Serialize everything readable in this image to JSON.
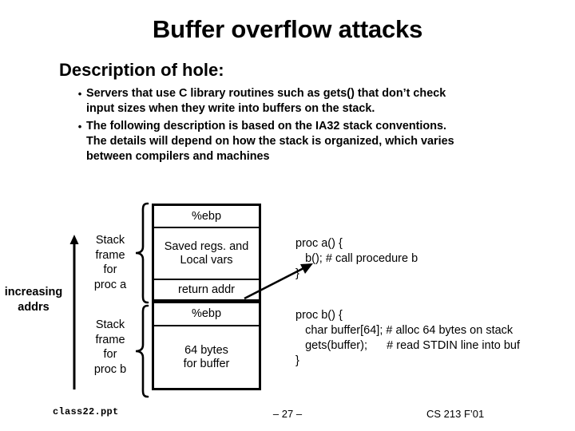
{
  "slide": {
    "title": "Buffer overflow attacks",
    "heading": "Description of hole:",
    "bullets": [
      {
        "mark": "•",
        "text": "Servers that use C library routines such as gets() that don’t check input sizes when they write into buffers on the stack."
      },
      {
        "mark": "•",
        "text": "The following description is based on the IA32 stack conventions.  The details will depend on how the stack is organized, which varies between compilers and machines"
      }
    ]
  },
  "diagram": {
    "addr_label": "increasing\naddrs",
    "addr_arrow_icon": "up-arrow-icon",
    "frames": [
      {
        "label": "Stack\nframe\nfor\nproc a",
        "brace_icon": "curly-brace-icon"
      },
      {
        "label": "Stack\nframe\nfor\nproc b",
        "brace_icon": "curly-brace-icon"
      }
    ],
    "stack_cells": [
      {
        "text": "%ebp"
      },
      {
        "text": "Saved regs. and\nLocal vars"
      },
      {
        "text": "return addr"
      },
      {
        "text": "%ebp"
      },
      {
        "text": "64 bytes\nfor buffer"
      }
    ],
    "pointer_icon": "arrow-pointer-icon"
  },
  "code": {
    "proc_a": "proc a() {\n   b(); # call procedure b\n}",
    "proc_b": "proc b() {\n   char buffer[64]; # alloc 64 bytes on stack\n   gets(buffer);      # read STDIN line into buf\n}"
  },
  "footer": {
    "file": "class22.ppt",
    "page": "– 27 –",
    "course": "CS 213 F’01"
  },
  "colors": {
    "ink": "#000000",
    "background": "#ffffff"
  }
}
